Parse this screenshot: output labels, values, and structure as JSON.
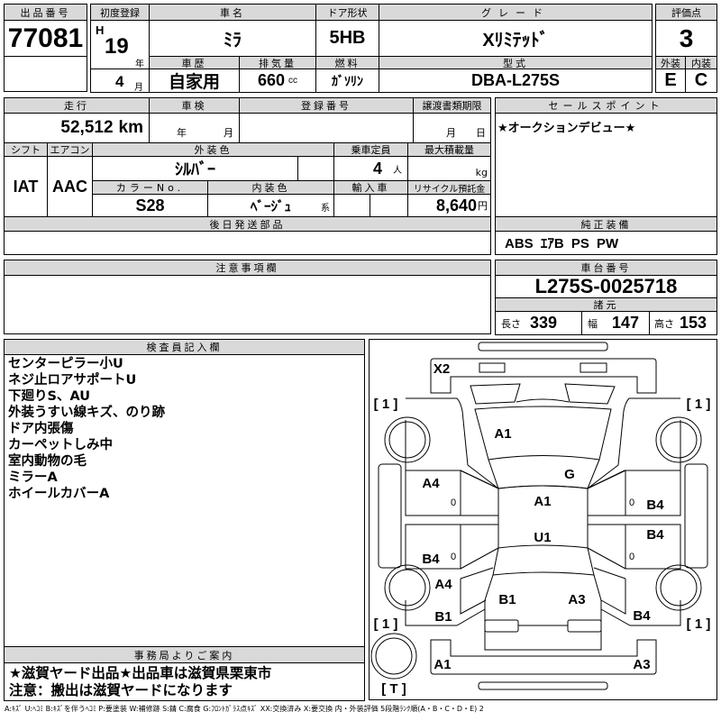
{
  "lot": {
    "label": "出品番号",
    "value": "77081"
  },
  "registration": {
    "label": "初度登録",
    "era": "H",
    "year": "19",
    "year_unit": "年",
    "month": "4",
    "month_unit": "月"
  },
  "car_name": {
    "label": "車名",
    "value": "ﾐﾗ"
  },
  "door": {
    "label": "ドア形状",
    "value": "5HB"
  },
  "grade": {
    "label": "グレード",
    "value": "Xﾘﾐﾃｯﾄﾞ"
  },
  "history": {
    "label": "車歴",
    "value": "自家用"
  },
  "displacement": {
    "label": "排気量",
    "value": "660",
    "unit": "cc"
  },
  "fuel": {
    "label": "燃料",
    "value": "ｶﾞｿﾘﾝ"
  },
  "model": {
    "label": "型式",
    "value": "DBA-L275S"
  },
  "score": {
    "label": "評価点",
    "value": "3",
    "exterior_label": "外装",
    "interior_label": "内装",
    "exterior": "E",
    "interior": "C"
  },
  "mileage": {
    "label": "走行",
    "value": "52,512",
    "unit": "km"
  },
  "inspection": {
    "label": "車検",
    "year_unit": "年",
    "month_unit": "月"
  },
  "plate": {
    "label": "登録番号"
  },
  "transfer": {
    "label": "譲渡書類期限",
    "month_unit": "月",
    "day_unit": "日"
  },
  "shift": {
    "label": "シフト",
    "value": "IAT"
  },
  "aircon": {
    "label": "エアコン",
    "value": "AAC"
  },
  "ext_color": {
    "label": "外装色",
    "value": "ｼﾙﾊﾞｰ"
  },
  "capacity": {
    "label": "乗車定員",
    "value": "4",
    "unit": "人"
  },
  "max_load": {
    "label": "最大積載量",
    "unit": "kg"
  },
  "color_no": {
    "label": "カラーNo.",
    "value": "S28"
  },
  "int_color": {
    "label": "内装色",
    "value": "ﾍﾞｰｼﾞｭ",
    "suffix": "系"
  },
  "import_car": {
    "label": "輸入車"
  },
  "recycle": {
    "label": "リサイクル預託金",
    "value": "8,640",
    "unit": "円"
  },
  "later_parts": {
    "label": "後日発送部品"
  },
  "sales_point": {
    "label": "セールスポイント",
    "value": "★オークションデビュー★"
  },
  "equipment": {
    "label": "純正装備",
    "value": "ABS ｴｱB PS PW"
  },
  "notes": {
    "label": "注意事項欄"
  },
  "chassis": {
    "label": "車台番号",
    "value": "L275S-0025718"
  },
  "specs": {
    "label": "諸元",
    "length_label": "長さ",
    "length": "339",
    "width_label": "幅",
    "width": "147",
    "height_label": "高さ",
    "height": "153"
  },
  "inspector": {
    "label": "検査員記入欄",
    "lines": [
      "センターピラー小U",
      "ネジ止ロアサポートU",
      "下廻りS、AU",
      "外装うすい線キズ、のり跡",
      "ドア内張傷",
      "カーペットしみ中",
      "室内動物の毛",
      "ミラーA",
      "ホイールカバーA"
    ]
  },
  "office": {
    "label": "事務局よりご案内",
    "lines": [
      "★滋賀ヤード出品★出品車は滋賀県栗東市",
      "注意：搬出は滋賀ヤードになります"
    ]
  },
  "diagram": {
    "marks": [
      "X2",
      "[ 1 ]",
      "[ 1 ]",
      "[ 1 ]",
      "[ 1 ]",
      "A1",
      "G",
      "A4",
      "0",
      "A1",
      "0",
      "B4",
      "U1",
      "B4",
      "B4",
      "0",
      "0",
      "A4",
      "B1",
      "B1",
      "A3",
      "B4",
      "A1",
      "A3",
      "[ T ]"
    ]
  },
  "legend": "A:ｷｽﾞ U:ﾍｺﾐ B:ｷｽﾞを伴うﾍｺﾐ P:要塗装 W:補修跡 S:錆 C:腐食 G:ﾌﾛﾝﾄｶﾞﾗｽ点ｷｽﾞ XX:交換済み X:要交換 内・外装評価 5段階ﾗﾝｸ順(A・B・C・D・E) 2"
}
